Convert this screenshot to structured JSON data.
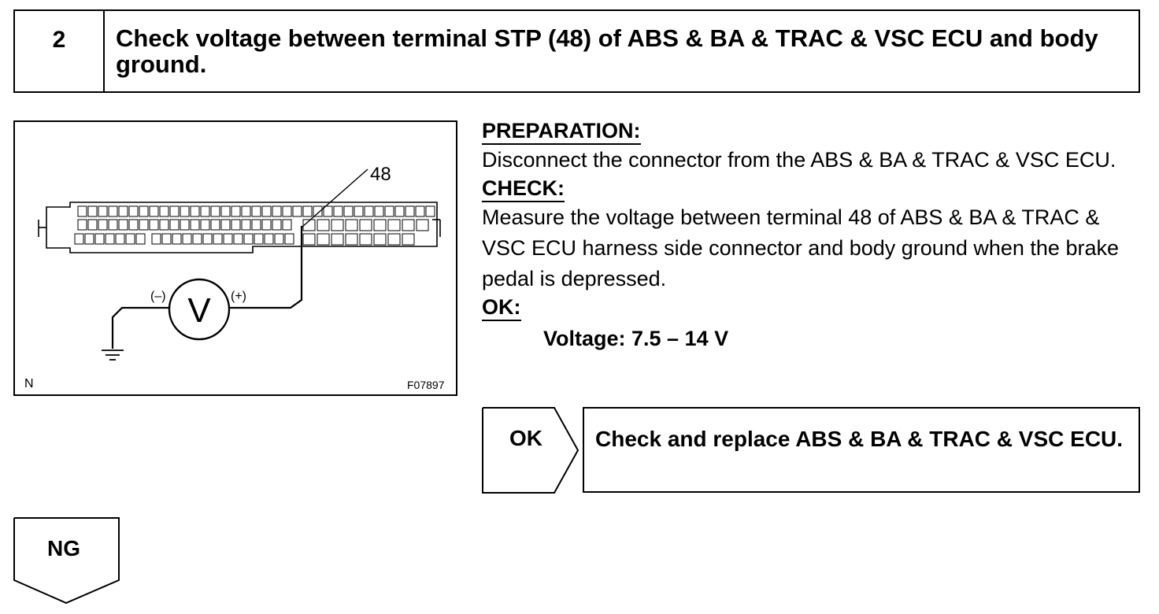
{
  "step": {
    "number": "2",
    "title": "Check voltage between terminal STP (48) of ABS & BA & TRAC & VSC ECU and body ground."
  },
  "figure": {
    "terminal_callout": "48",
    "meter_symbol": "V",
    "minus_label": "(–)",
    "plus_label": "(+)",
    "corner_code": "N",
    "figure_id": "F07897",
    "icons": [
      "ecu-connector-icon",
      "voltmeter-icon",
      "ground-symbol-icon"
    ]
  },
  "instructions": {
    "preparation_heading": "PREPARATION:",
    "preparation_text": "Disconnect the connector from the ABS & BA & TRAC & VSC ECU.",
    "check_heading": "CHECK:",
    "check_text": "Measure the voltage between terminal 48 of ABS & BA & TRAC & VSC ECU harness side connector and body ground when the brake pedal is depressed.",
    "ok_heading": "OK:",
    "ok_spec": "Voltage: 7.5 – 14 V"
  },
  "results": {
    "ok_label": "OK",
    "ok_action": "Check and replace ABS & BA & TRAC & VSC ECU.",
    "ng_label": "NG"
  }
}
